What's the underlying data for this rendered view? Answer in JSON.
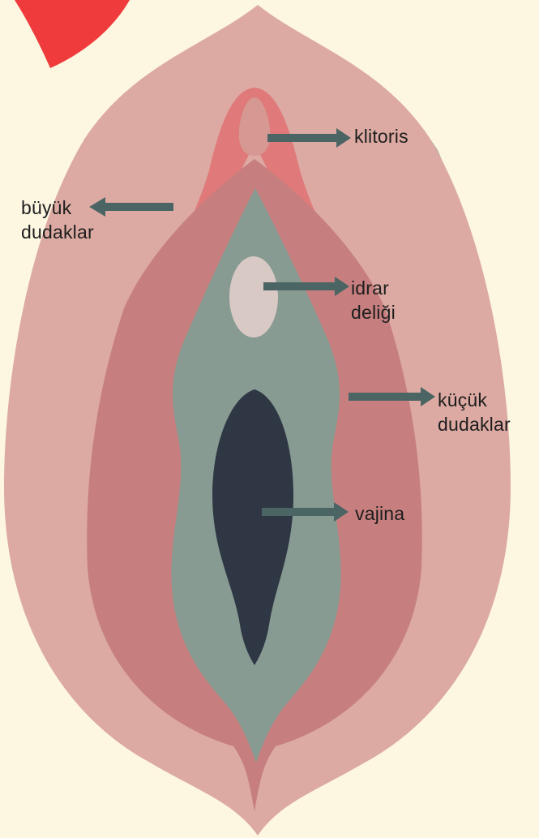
{
  "colors": {
    "background": "#fdf7e2",
    "badge": "#ef3b3b",
    "outer_edge": "#a7aba0",
    "labia_majora": "#dcaaa3",
    "hood": "#e07a7a",
    "labia_minora": "#c67f7e",
    "vestibule": "#879b92",
    "urethra": "#d9c9c4",
    "vagina": "#2f3644",
    "arrow": "#4b6564",
    "label_text": "#1d1d1d"
  },
  "labels": {
    "klitoris": "klitoris",
    "buyuk_dudaklar": [
      "büyük",
      "dudaklar"
    ],
    "idrar_deligi": [
      "idrar",
      "deliği"
    ],
    "kucuk_dudaklar": [
      "küçük",
      "dudaklar"
    ],
    "vajina": "vajina"
  },
  "icons": {
    "corner_badge": "heart-shape",
    "arrows": "arrow-icon"
  }
}
